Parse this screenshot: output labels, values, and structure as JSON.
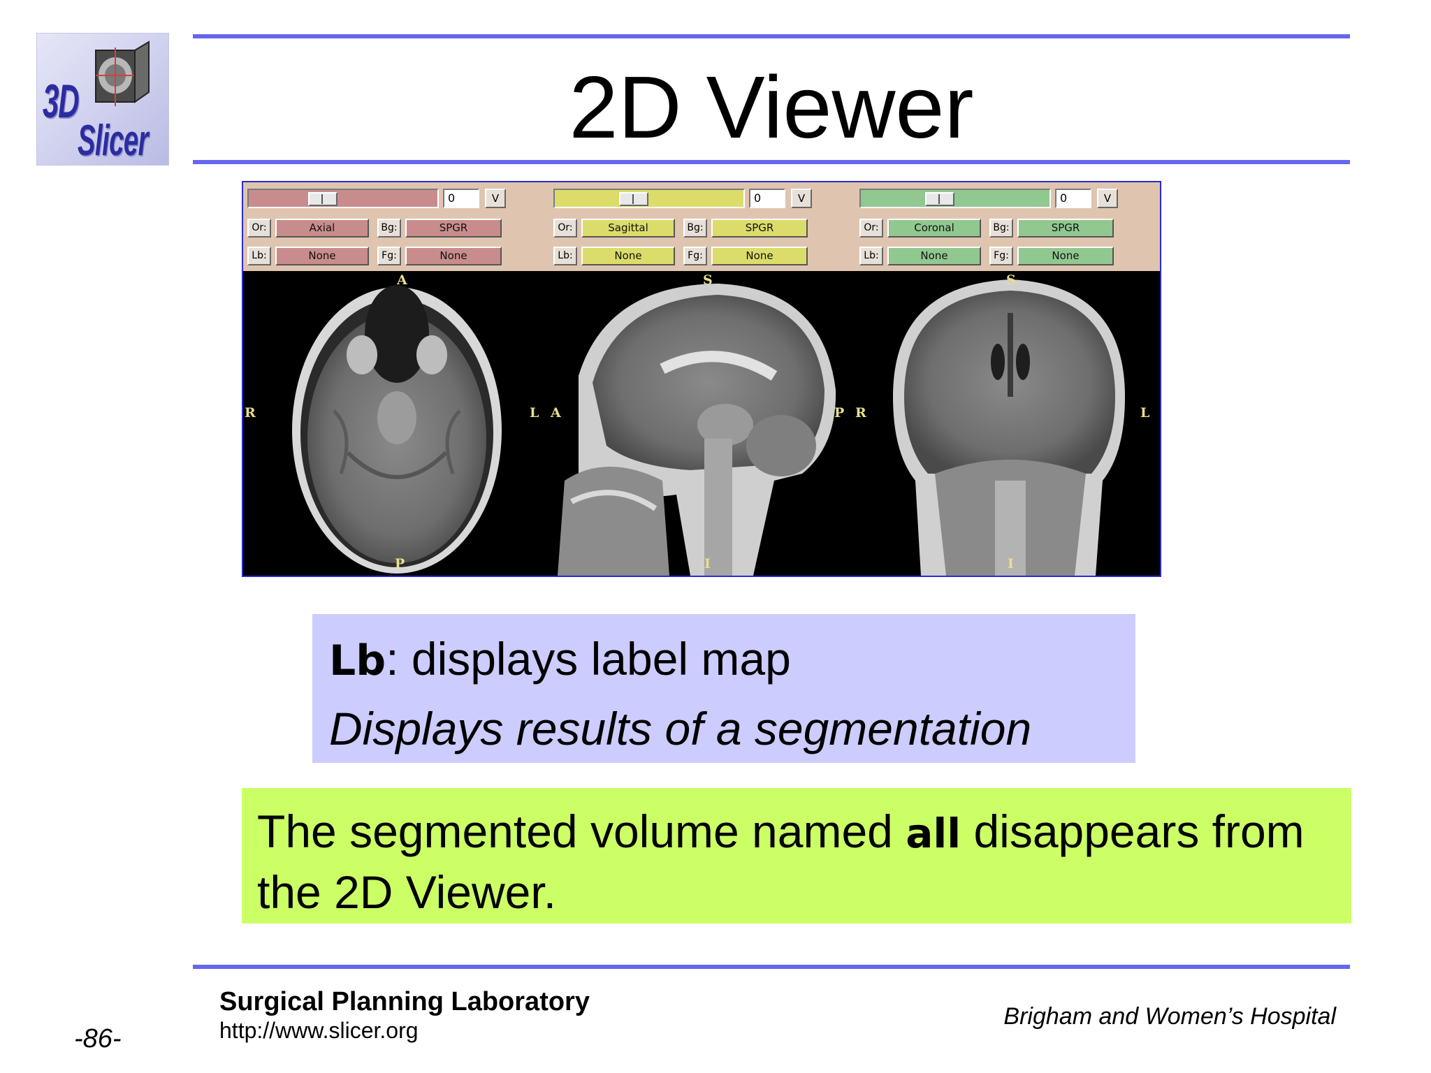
{
  "slide": {
    "title": "2D Viewer",
    "page_number": "-86-"
  },
  "logo": {
    "line1": "3D",
    "line2": "Slicer"
  },
  "viewer": {
    "panels": [
      {
        "color": "#c98c8c",
        "slice_value": "0",
        "v_label": "V",
        "or_label": "Or:",
        "orientation": "Axial",
        "bg_label": "Bg:",
        "bg_value": "SPGR",
        "lb_label": "Lb:",
        "lb_value": "None",
        "fg_label": "Fg:",
        "fg_value": "None",
        "slider_position": 0.38
      },
      {
        "color": "#dcdc6a",
        "slice_value": "0",
        "v_label": "V",
        "or_label": "Or:",
        "orientation": "Sagittal",
        "bg_label": "Bg:",
        "bg_value": "SPGR",
        "lb_label": "Lb:",
        "lb_value": "None",
        "fg_label": "Fg:",
        "fg_value": "None",
        "slider_position": 0.41
      },
      {
        "color": "#90c890",
        "slice_value": "0",
        "v_label": "V",
        "or_label": "Or:",
        "orientation": "Coronal",
        "bg_label": "Bg:",
        "bg_value": "SPGR",
        "lb_label": "Lb:",
        "lb_value": "None",
        "fg_label": "Fg:",
        "fg_value": "None",
        "slider_position": 0.41
      }
    ],
    "orientation_markers": {
      "axial": {
        "top": "A",
        "bottom": "P",
        "left": "R",
        "right": "L"
      },
      "sagittal": {
        "top": "S",
        "bottom": "I",
        "left": "A",
        "right": "P"
      },
      "coronal": {
        "top": "S",
        "bottom": "I",
        "left": "R",
        "right": "L"
      }
    }
  },
  "lb_box": {
    "key": "Lb",
    "description": ": displays label map",
    "subtext": "Displays results of a segmentation"
  },
  "note_box": {
    "text_before": "The segmented volume named ",
    "bold_word": "all",
    "text_after": " disappears from the 2D Viewer."
  },
  "footer": {
    "lab_name": "Surgical Planning Laboratory",
    "url": "http://www.slicer.org",
    "hospital": "Brigham and Women’s Hospital"
  }
}
